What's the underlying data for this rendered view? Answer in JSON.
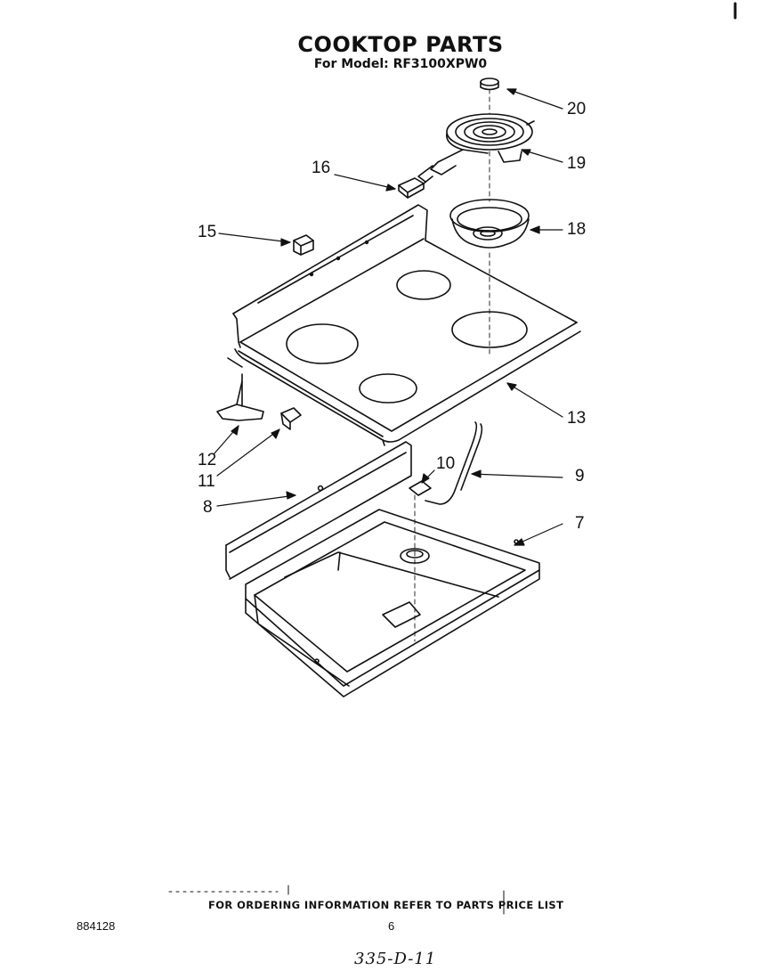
{
  "header": {
    "title": "COOKTOP PARTS",
    "subtitle": "For Model: RF3100XPW0"
  },
  "callouts": {
    "p20": "20",
    "p19": "19",
    "p18": "18",
    "p16": "16",
    "p15": "15",
    "p13": "13",
    "p12": "12",
    "p11": "11",
    "p10": "10",
    "p9": "9",
    "p8": "8",
    "p7": "7"
  },
  "footer": {
    "ordering_note": "FOR ORDERING INFORMATION REFER TO PARTS PRICE LIST",
    "doc_number": "884128",
    "page_number": "6",
    "handwritten_ref": "335-D-11"
  }
}
